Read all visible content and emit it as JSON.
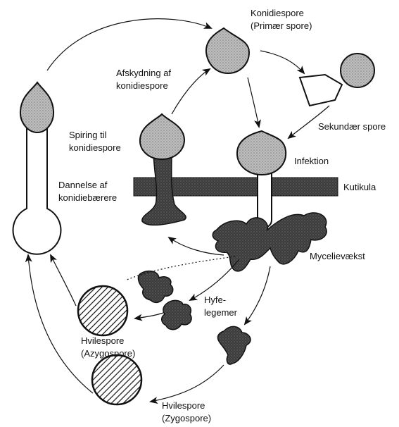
{
  "labels": {
    "konidiespore": "Konidiespore",
    "primaer_spore": "(Primær spore)",
    "afskydning_1": "Afskydning af",
    "afskydning_2": "konidiespore",
    "sekundaer_spore": "Sekundær spore",
    "spiring_1": "Spiring til",
    "spiring_2": "konidiespore",
    "infektion": "Infektion",
    "dannelse_1": "Dannelse af",
    "dannelse_2": "konidiebærere",
    "kutikula": "Kutikula",
    "mycelievaekst": "Mycelievækst",
    "hyfe_1": "Hyfe-",
    "hyfe_2": "legemer",
    "hvilespore_azygo_1": "Hvilespore",
    "hvilespore_azygo_2": "(Azygospore)",
    "hvilespore_zygo_1": "Hvilespore",
    "hvilespore_zygo_2": "(Zygospore)"
  },
  "colors": {
    "spore_fill": "#b4b4b4",
    "cuticle_fill": "#4a4a4a",
    "mycelium_fill": "#4c4c4c",
    "outline": "#111111"
  }
}
